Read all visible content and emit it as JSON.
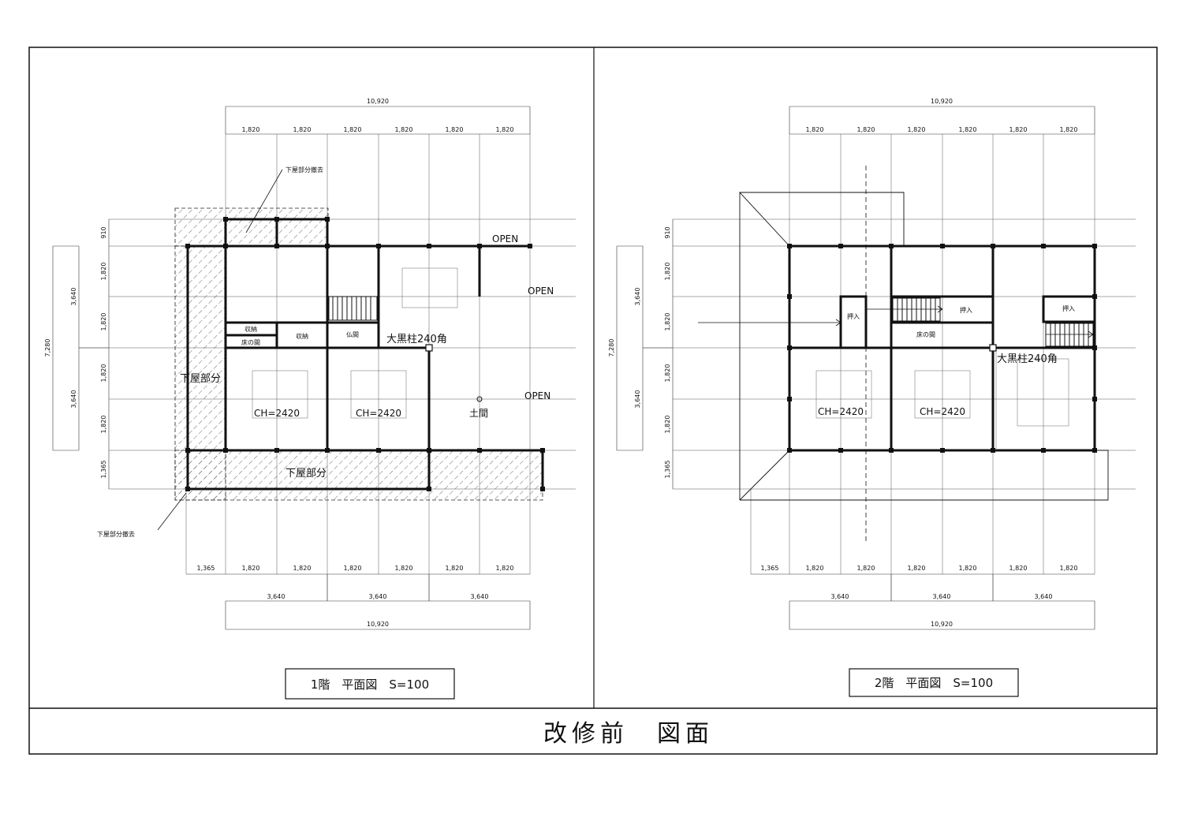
{
  "sheet_title": "改修前　図面",
  "plans": [
    {
      "title": "1階　平面図　S=100",
      "dims": {
        "top_total": "10,920",
        "top": [
          "1,820",
          "1,820",
          "1,820",
          "1,820",
          "1,820",
          "1,820"
        ],
        "bottom": [
          "1,365",
          "1,820",
          "1,820",
          "1,820",
          "1,820",
          "1,820",
          "1,820"
        ],
        "bottom_mid": [
          "3,640",
          "3,640",
          "3,640"
        ],
        "bottom_total": "10,920",
        "left_inner": [
          "910",
          "1,820",
          "1,820",
          "1,820",
          "1,820",
          "1,365"
        ],
        "left_mid": [
          "3,640",
          "3,640"
        ],
        "left_total": "7,280"
      },
      "labels": {
        "annex_removal_top": "下屋部分撤去",
        "annex_removal_bottom": "下屋部分撤去",
        "annex_left": "下屋部分",
        "annex_bottom": "下屋部分",
        "storage1": "収納",
        "alcove1": "床の間",
        "storage2": "収納",
        "altar": "仏間",
        "column": "大黒柱240角",
        "ch1": "CH=2420",
        "ch2": "CH=2420",
        "earth_floor": "土間",
        "open1": "OPEN",
        "open2": "OPEN",
        "open3": "OPEN"
      }
    },
    {
      "title": "2階　平面図　S=100",
      "dims": {
        "top_total": "10,920",
        "top": [
          "1,820",
          "1,820",
          "1,820",
          "1,820",
          "1,820",
          "1,820"
        ],
        "bottom": [
          "1,365",
          "1,820",
          "1,820",
          "1,820",
          "1,820",
          "1,820",
          "1,820"
        ],
        "bottom_mid": [
          "3,640",
          "3,640",
          "3,640"
        ],
        "bottom_total": "10,920",
        "left_inner": [
          "910",
          "1,820",
          "1,820",
          "1,820",
          "1,820",
          "1,365"
        ],
        "left_mid": [
          "3,640",
          "3,640"
        ],
        "left_total": "7,280"
      },
      "labels": {
        "closet1": "押入",
        "closet2": "押入",
        "closet3": "押入",
        "alcove": "床の間",
        "column": "大黒柱240角",
        "ch1": "CH=2420",
        "ch2": "CH=2420"
      }
    }
  ]
}
